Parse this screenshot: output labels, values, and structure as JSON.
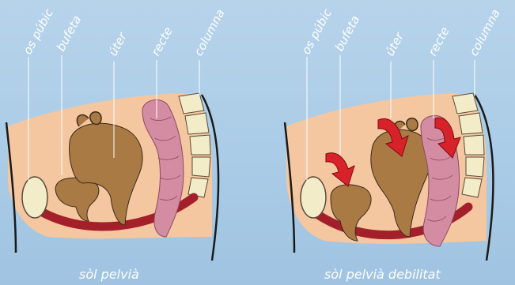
{
  "panels": [
    {
      "caption": "sòl pelvià",
      "labels": {
        "os_pubic": "os púbic",
        "bufeta": "bufeta",
        "uter": "úter",
        "recte": "recte",
        "columna": "columna"
      }
    },
    {
      "caption": "sòl pelvià debilitat",
      "labels": {
        "os_pubic": "os púbic",
        "bufeta": "bufeta",
        "uter": "úter",
        "recte": "recte",
        "columna": "columna"
      }
    }
  ],
  "colors": {
    "background": "#a9cbe6",
    "pelvis_fill": "#f4c7a0",
    "organ_brown": "#a97a44",
    "rectum_pink": "#d48ca3",
    "floor_red": "#a3202b",
    "bone": "#f2ecc8",
    "arrow_red": "#d8222a",
    "outline": "#1a1a1a"
  }
}
